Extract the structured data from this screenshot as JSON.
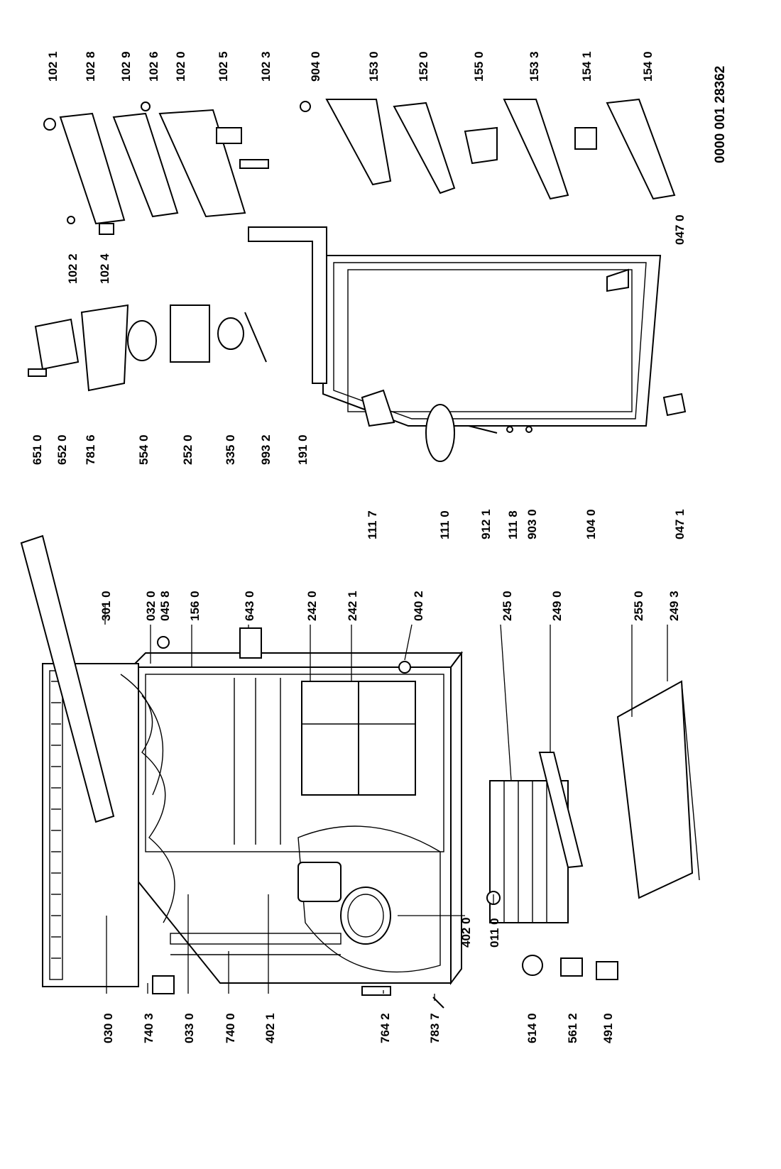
{
  "document_number": "0000 001 28362",
  "callouts": {
    "c0300": "030 0",
    "c7403": "740 3",
    "c0330": "033 0",
    "c7400": "740 0",
    "c4021": "402 1",
    "c7642": "764 2",
    "c7837": "783 7",
    "c6140": "614 0",
    "c5612": "561 2",
    "c4910": "491 0",
    "c0110": "011 0",
    "c4020": "402 0",
    "c3010": "301 0",
    "c0320": "032 0",
    "c0458": "045 8",
    "c1560": "156 0",
    "c6430": "643 0",
    "c2420": "242 0",
    "c2421": "242 1",
    "c0402": "040 2",
    "c2450": "245 0",
    "c2490": "249 0",
    "c2550": "255 0",
    "c2493": "249 3",
    "c6510": "651 0",
    "c6520": "652 0",
    "c7816": "781 6",
    "c5540": "554 0",
    "c2520": "252 0",
    "c3350": "335 0",
    "c9932": "993 2",
    "c1910": "191 0",
    "c1117": "111 7",
    "c1110": "111 0",
    "c9121": "912 1",
    "c1118": "111 8",
    "c9030": "903 0",
    "c1040": "104 0",
    "c0471": "047 1",
    "c1022": "102 2",
    "c1024": "102 4",
    "c1021": "102 1",
    "c1028": "102 8",
    "c1029": "102 9",
    "c1026": "102 6",
    "c1020": "102 0",
    "c1025": "102 5",
    "c1023": "102 3",
    "c9040": "904 0",
    "c1530": "153 0",
    "c1520": "152 0",
    "c1550": "155 0",
    "c1533": "153 3",
    "c1541": "154 1",
    "c1540": "154 0",
    "c0470": "047 0"
  }
}
